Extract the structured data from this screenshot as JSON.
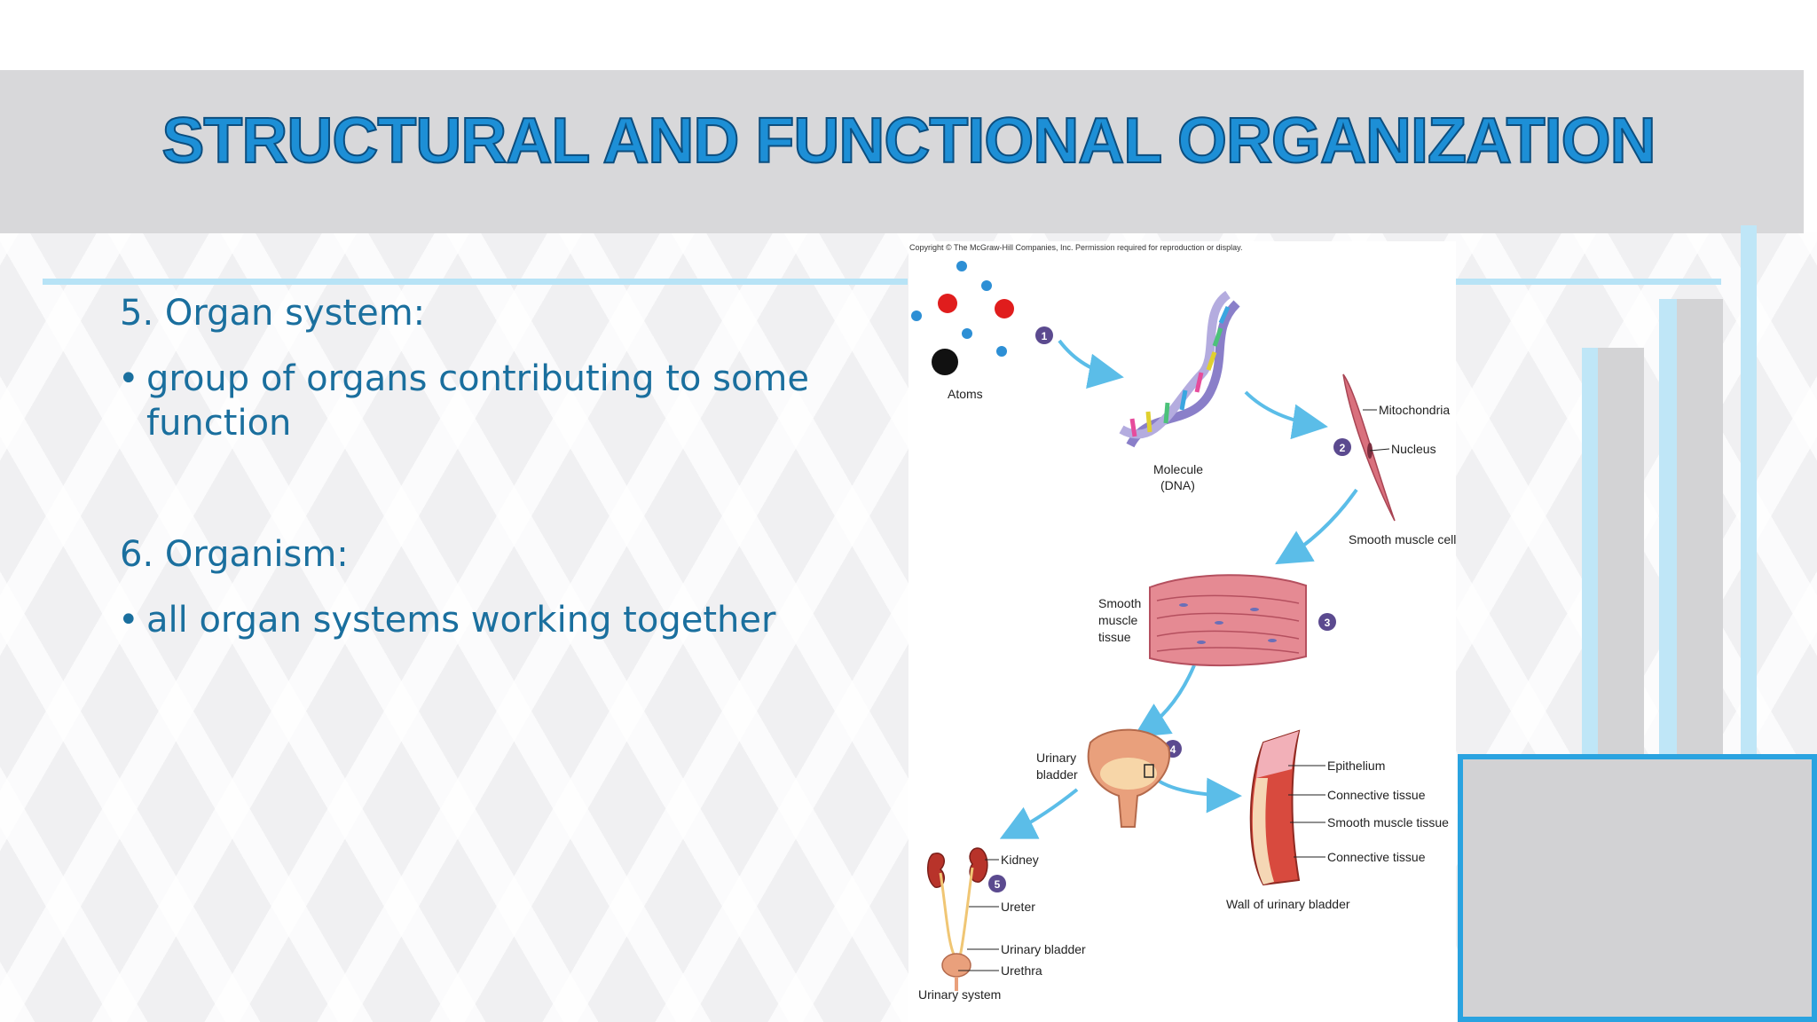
{
  "slide": {
    "title": "STRUCTURAL AND FUNCTIONAL ORGANIZATION",
    "sections": [
      {
        "heading": "5. Organ system:",
        "bullet": "group of organs contributing to some function"
      },
      {
        "heading": "6. Organism:",
        "bullet": "all organ systems working together"
      }
    ],
    "bullet_char": "•"
  },
  "figure": {
    "copyright": "Copyright © The McGraw-Hill Companies, Inc. Permission required for reproduction or display.",
    "labels": {
      "atoms": "Atoms",
      "molecule": "Molecule",
      "dna": "(DNA)",
      "mitochondria": "Mitochondria",
      "nucleus": "Nucleus",
      "smooth_muscle_cell": "Smooth muscle cell",
      "tissue_1": "Smooth",
      "tissue_2": "muscle",
      "tissue_3": "tissue",
      "bladder_1": "Urinary",
      "bladder_2": "bladder",
      "epithelium": "Epithelium",
      "connective_1": "Connective tissue",
      "smooth_muscle_tissue": "Smooth muscle tissue",
      "connective_2": "Connective tissue",
      "wall": "Wall of urinary bladder",
      "kidney": "Kidney",
      "ureter": "Ureter",
      "urinary_bladder": "Urinary bladder",
      "urethra": "Urethra",
      "urinary_system": "Urinary system"
    },
    "step_numbers": [
      "1",
      "2",
      "3",
      "4",
      "5"
    ],
    "colors": {
      "arrow": "#5bbde8",
      "step_badge": "#5b4a8f",
      "muscle": "#d9707d"
    }
  }
}
